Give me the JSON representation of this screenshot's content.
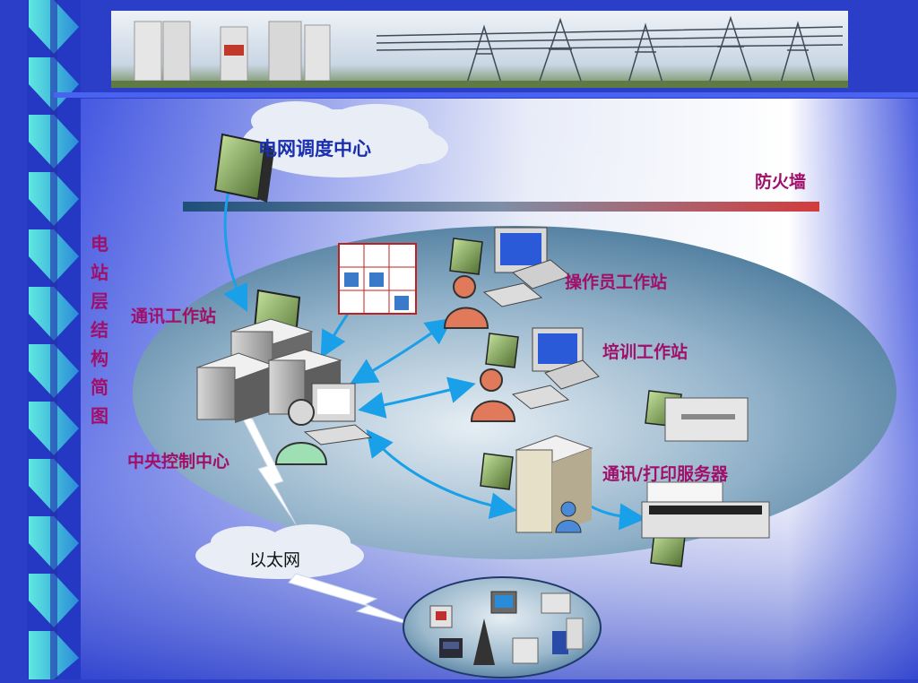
{
  "slide": {
    "vertical_title": "电站层结构简图",
    "labels": {
      "dispatch_center": "电网调度中心",
      "firewall": "防火墙",
      "operator_ws": "操作员工作站",
      "comm_ws": "通讯工作站",
      "training_ws": "培训工作站",
      "central_control": "中央控制中心",
      "comm_print_server": "通讯/打印服务器",
      "ethernet": "以太网"
    }
  },
  "colors": {
    "background": "#2a3ec8",
    "label_pink": "#a0106a",
    "label_blue": "#1a2fb0",
    "arrow": "#1aa0e8"
  },
  "icons": {
    "data_doc": "binary-document-icon",
    "server": "server-icon",
    "workstation": "computer-icon",
    "user": "user-icon",
    "printer": "printer-icon"
  }
}
